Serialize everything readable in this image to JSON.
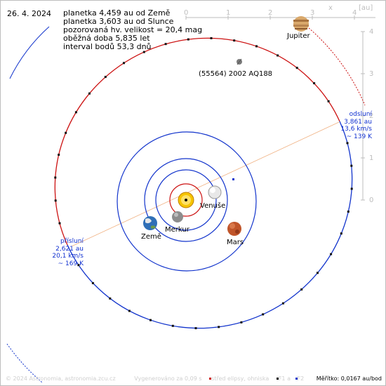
{
  "date": "26. 4. 2024",
  "info_lines": [
    "planetka 4,459 au od Země",
    "planetka 3,603 au od Slunce",
    "pozorovaná hv. velikost = 20,4 mag",
    "oběžná doba 5,835 let",
    "interval bodů 53,3 dnů"
  ],
  "asteroid_label": "(55564) 2002 AQ188",
  "planets": {
    "jupiter": "Jupiter",
    "venus": "Venuše",
    "mercury": "Merkur",
    "earth": "Země",
    "mars": "Mars"
  },
  "perihelion": [
    "přísluní",
    "2,621 au",
    "20,1 km/s",
    "~ 169 K"
  ],
  "aphelion": [
    "odsluní",
    "3,861 au",
    "13,6 km/s",
    "~ 139 K"
  ],
  "axis": {
    "top_ticks": [
      "0",
      "1",
      "2",
      "3",
      "4"
    ],
    "right_ticks": [
      "4",
      "3",
      "2",
      "1",
      "0"
    ],
    "x_label": "x",
    "unit_label": "[au]"
  },
  "footer": {
    "copyright": "© 2024 Astronomia, astronomia.zcu.cz",
    "generated": "Vygenerováno za 0,09 s",
    "legend_center": "střed elipsy, ohniska",
    "legend_f1": "F1 a",
    "legend_f2": "F2",
    "scale": "Měřítko: 0,0167 au/bod"
  },
  "colors": {
    "asteroid_orbit": "#cc1111",
    "planet_orbit": "#1133cc",
    "grid": "#bdbdbd",
    "apsis_line": "#f0b080"
  }
}
